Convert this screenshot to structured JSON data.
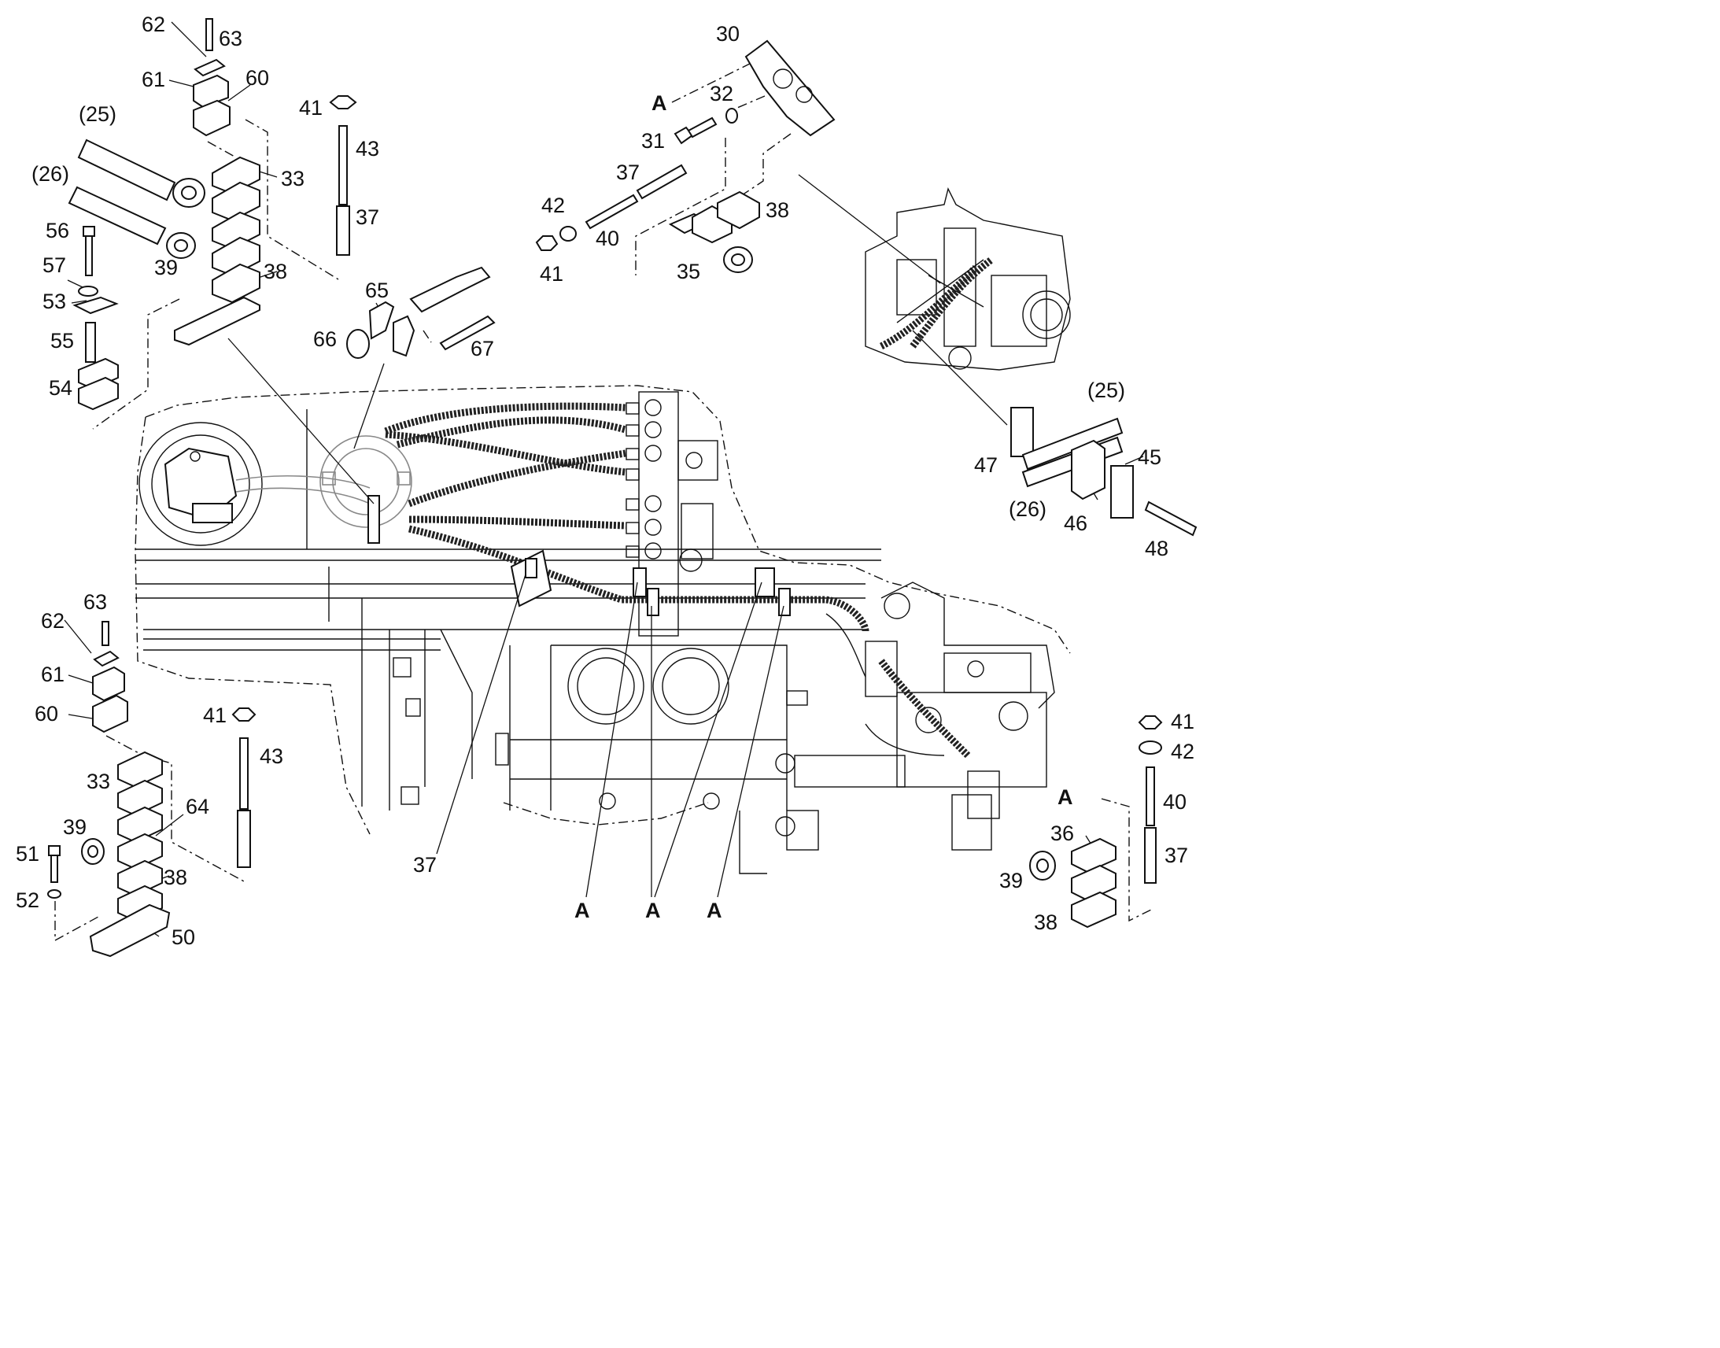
{
  "labels": {
    "l62a": "62",
    "l63a": "63",
    "l61a": "61",
    "l60a": "60",
    "l25a": "(25)",
    "l26a": "(26)",
    "l33a": "33",
    "l38a": "38",
    "l39a": "39",
    "l56": "56",
    "l57": "57",
    "l53": "53",
    "l55": "55",
    "l54": "54",
    "l41a": "41",
    "l43a": "43",
    "l37a": "37",
    "l65": "65",
    "l66": "66",
    "l67": "67",
    "l30": "30",
    "lA1": "A",
    "l32": "32",
    "l31": "31",
    "l37b": "37",
    "l42a": "42",
    "l40a": "40",
    "l41b": "41",
    "l38b": "38",
    "l35": "35",
    "l25b": "(25)",
    "l47": "47",
    "l45": "45",
    "l26b": "(26)",
    "l46": "46",
    "l48": "48",
    "l63b": "63",
    "l62b": "62",
    "l61b": "61",
    "l60b": "60",
    "l41c": "41",
    "l43b": "43",
    "l33b": "33",
    "l64": "64",
    "l39b": "39",
    "l51": "51",
    "l52": "52",
    "l38c": "38",
    "l50": "50",
    "l37c": "37",
    "lA2": "A",
    "lA3": "A",
    "lA4": "A",
    "l41d": "41",
    "l42b": "42",
    "lA5": "A",
    "l40b": "40",
    "l36": "36",
    "l37d": "37",
    "l39c": "39",
    "l38d": "38"
  }
}
